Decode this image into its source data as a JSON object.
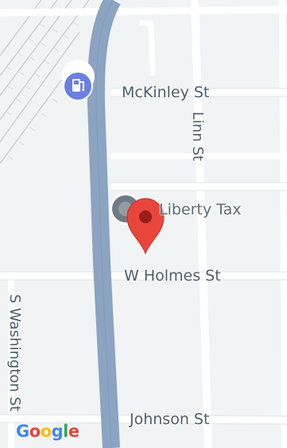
{
  "map": {
    "streets": [
      {
        "label": "McKinley St"
      },
      {
        "label": "Linn St"
      },
      {
        "label": "W Holmes St"
      },
      {
        "label": "S Washington St"
      },
      {
        "label": "Johnson St"
      }
    ],
    "poi": {
      "label": "Liberty Tax",
      "icon": "storefront-icon"
    },
    "gas_station": {
      "icon": "gas-station-icon"
    },
    "marker": {
      "icon": "location-pin-icon",
      "color": "#e8453c"
    },
    "attribution": {
      "logo_text": "Google"
    },
    "colors": {
      "background": "#f1f3f4",
      "minor_road": "#ffffff",
      "major_road": "#8aa4c1",
      "gas_badge": "#6b7fe0",
      "poi_badge": "#6f7a85"
    }
  }
}
